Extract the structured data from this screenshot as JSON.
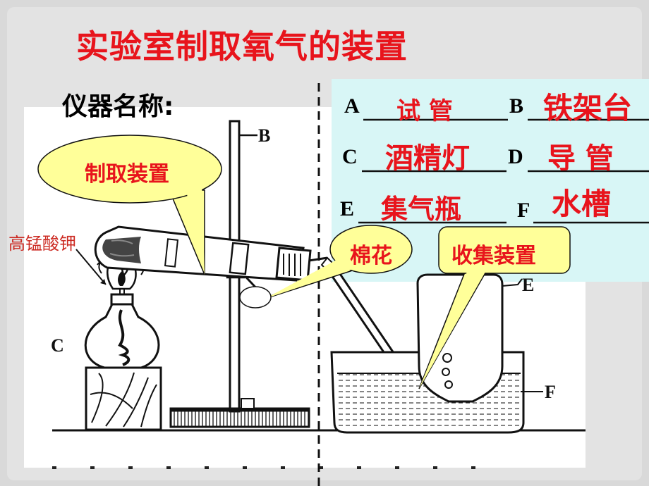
{
  "title": "实验室制取氧气的装置",
  "subtitle": "仪器名称:",
  "parts": [
    {
      "letter": "A",
      "name": "试 管"
    },
    {
      "letter": "B",
      "name": "铁架台"
    },
    {
      "letter": "C",
      "name": "酒精灯"
    },
    {
      "letter": "D",
      "name": "导 管"
    },
    {
      "letter": "E",
      "name": "集气瓶"
    },
    {
      "letter": "F",
      "name": "水槽"
    }
  ],
  "callouts": {
    "preparation": "制取装置",
    "cotton": "棉花",
    "collection": "收集装置",
    "reagent": "高锰酸钾"
  },
  "figure_labels": {
    "B": "B",
    "C": "C",
    "E": "E",
    "F": "F"
  },
  "colors": {
    "accent": "#e8141c",
    "callout_fill": "#ffff99",
    "answer_panel": "#d8f6f6",
    "backdrop": "#d9d9d9"
  }
}
